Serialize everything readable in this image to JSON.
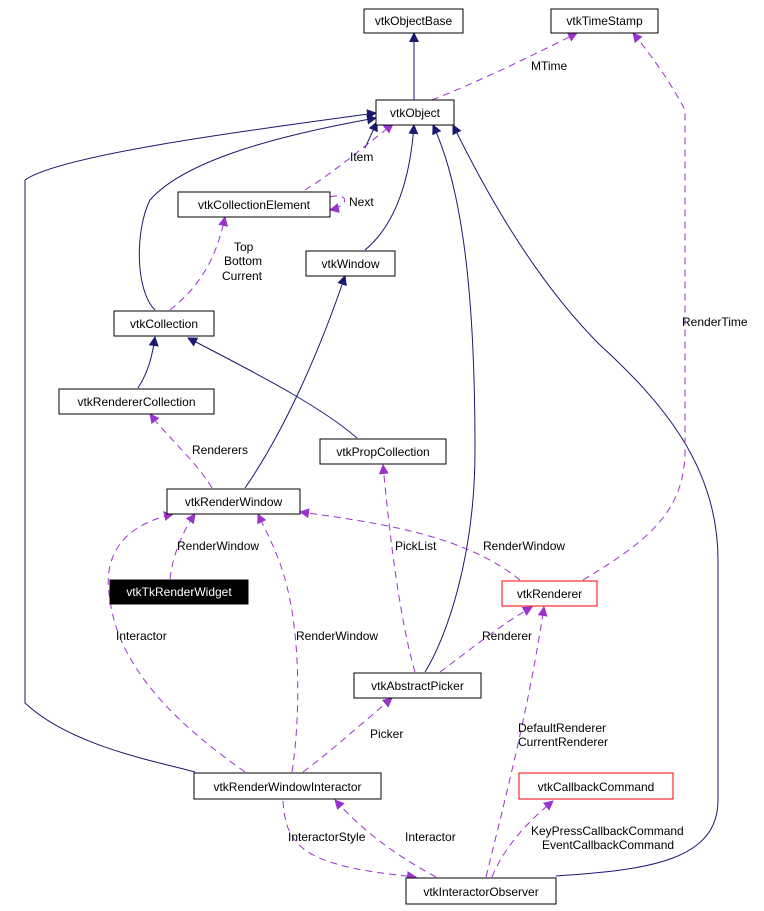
{
  "colors": {
    "inherit_edge": "#191970",
    "usage_edge": "#9a32cd",
    "highlight_border": "#ff0000",
    "current_class_fill": "#000000"
  },
  "nodes": {
    "object_base": "vtkObjectBase",
    "time_stamp": "vtkTimeStamp",
    "object": "vtkObject",
    "collection_element": "vtkCollectionElement",
    "window": "vtkWindow",
    "collection": "vtkCollection",
    "renderer_collection": "vtkRendererCollection",
    "prop_collection": "vtkPropCollection",
    "render_window": "vtkRenderWindow",
    "tk_render_widget": "vtkTkRenderWidget",
    "renderer": "vtkRenderer",
    "abstract_picker": "vtkAbstractPicker",
    "render_window_interactor": "vtkRenderWindowInteractor",
    "callback_command": "vtkCallbackCommand",
    "interactor_observer": "vtkInteractorObserver"
  },
  "edge_labels": {
    "mtime": "MTime",
    "item": "Item",
    "next": "Next",
    "top": "Top",
    "bottom": "Bottom",
    "current": "Current",
    "render_time": "RenderTime",
    "renderers": "Renderers",
    "pick_list": "PickList",
    "render_window_1": "RenderWindow",
    "render_window_2": "RenderWindow",
    "render_window_3": "RenderWindow",
    "interactor_1": "Interactor",
    "interactor_2": "Interactor",
    "renderer": "Renderer",
    "picker": "Picker",
    "default_renderer": "DefaultRenderer",
    "current_renderer": "CurrentRenderer",
    "interactor_style": "InteractorStyle",
    "key_press_callback": "KeyPressCallbackCommand",
    "event_callback": "EventCallbackCommand"
  }
}
